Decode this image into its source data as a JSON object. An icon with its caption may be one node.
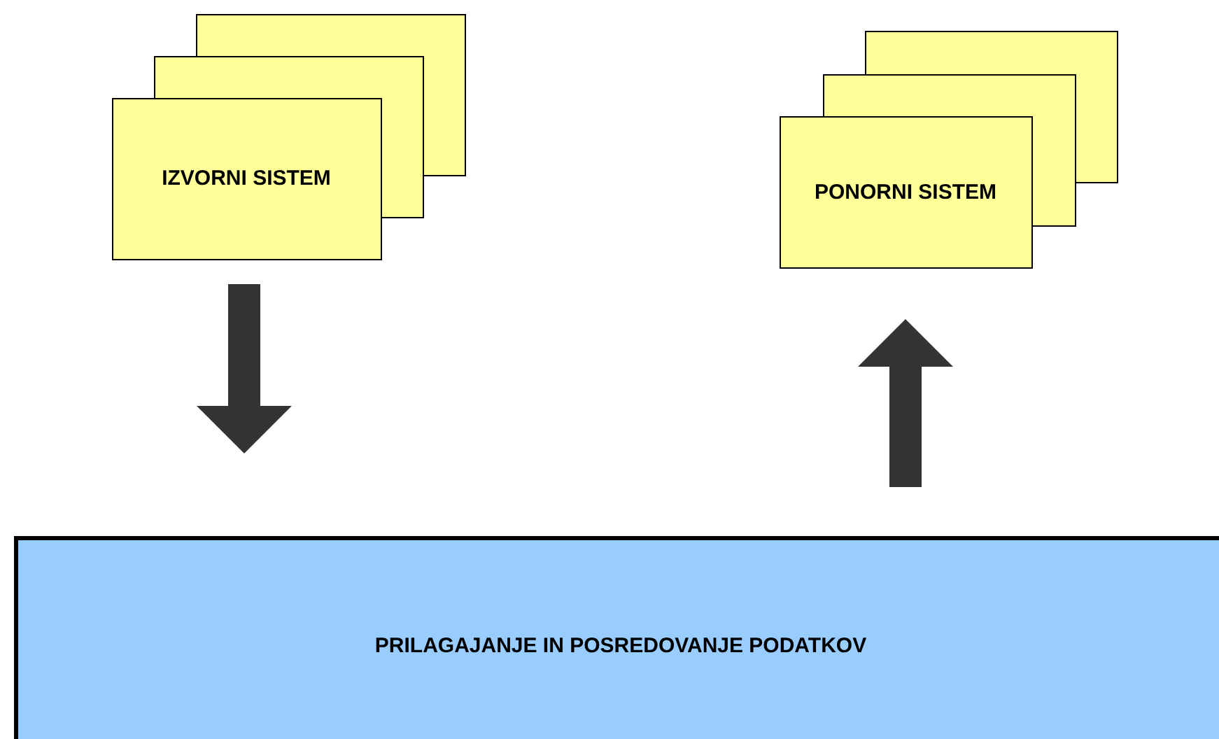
{
  "diagram": {
    "nodes": [
      {
        "text": [
          "IZVORNI SISTEM"
        ]
      },
      {
        "text": [
          "PONORNI SISTEM"
        ]
      },
      {
        "text": [
          "PRILAGAJANJE IN POSREDOVANJE PODATKOV"
        ]
      }
    ],
    "edges": [
      {
        "from": 0,
        "to": 2,
        "arrow": "to"
      },
      {
        "from": 2,
        "to": 1,
        "arrow": "to"
      }
    ]
  }
}
